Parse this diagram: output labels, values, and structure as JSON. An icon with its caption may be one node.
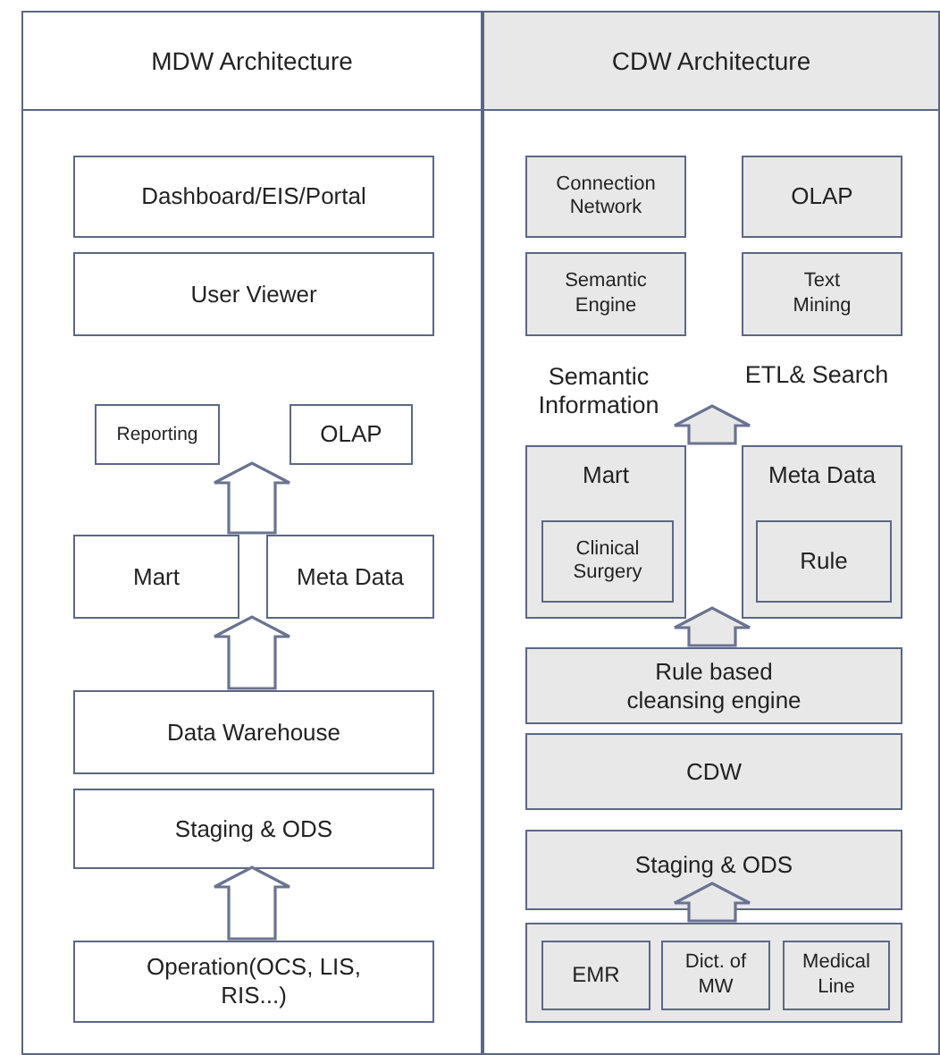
{
  "diagram": {
    "nodes": [
      {
        "text": [
          "MDW Architecture"
        ]
      },
      {
        "text": [
          "CDW Architecture"
        ]
      },
      {
        "text": [
          "Dashboard/EIS/Portal"
        ],
        "in": 0
      },
      {
        "text": [
          "User Viewer"
        ],
        "in": 0
      },
      {
        "text": [
          "Reporting"
        ],
        "in": 0
      },
      {
        "text": [
          "OLAP"
        ],
        "in": 0
      },
      {
        "text": [
          "Mart"
        ],
        "in": 0
      },
      {
        "text": [
          "Meta Data"
        ],
        "in": 0
      },
      {
        "text": [
          "Data Warehouse"
        ],
        "in": 0
      },
      {
        "text": [
          "Staging & ODS"
        ],
        "in": 0
      },
      {
        "text": [
          "Operation(OCS, LIS, RIS...)"
        ],
        "in": 0
      },
      {
        "text": [
          "Connection Network"
        ],
        "in": 1
      },
      {
        "text": [
          "OLAP"
        ],
        "in": 1
      },
      {
        "text": [
          "Semantic Engine"
        ],
        "in": 1
      },
      {
        "text": [
          "Text Mining"
        ],
        "in": 1
      },
      {
        "text": [
          "Semantic Information"
        ],
        "in": 1
      },
      {
        "text": [
          "ETL& Search"
        ],
        "in": 1
      },
      {
        "text": [
          "Mart"
        ],
        "in": 1
      },
      {
        "text": [
          "Clinical Surgery"
        ],
        "in": 17
      },
      {
        "text": [
          "Meta Data"
        ],
        "in": 1
      },
      {
        "text": [
          "Rule"
        ],
        "in": 19
      },
      {
        "text": [
          "Rule based cleansing engine"
        ],
        "in": 1
      },
      {
        "text": [
          "CDW"
        ],
        "in": 1
      },
      {
        "text": [
          "Staging & ODS"
        ],
        "in": 1
      },
      {
        "text": [],
        "shape": "box",
        "in": 1
      },
      {
        "text": [
          "EMR"
        ],
        "in": 24
      },
      {
        "text": [
          "Dict. of MW"
        ],
        "in": 24
      },
      {
        "text": [
          "Medical Line"
        ],
        "in": 24
      }
    ],
    "edges": [
      {
        "from": 6,
        "to": 4,
        "arrow": "to"
      },
      {
        "from": 7,
        "to": 5,
        "arrow": "to"
      },
      {
        "from": 8,
        "to": 6,
        "arrow": "to"
      },
      {
        "from": 8,
        "to": 7,
        "arrow": "to"
      },
      {
        "from": 10,
        "to": 9,
        "arrow": "to"
      },
      {
        "from": 17,
        "to": 15,
        "arrow": "to"
      },
      {
        "from": 19,
        "to": 16,
        "arrow": "to"
      },
      {
        "from": 21,
        "to": 17,
        "arrow": "to"
      },
      {
        "from": 21,
        "to": 19,
        "arrow": "to"
      },
      {
        "from": 24,
        "to": 23,
        "arrow": "to"
      }
    ]
  }
}
